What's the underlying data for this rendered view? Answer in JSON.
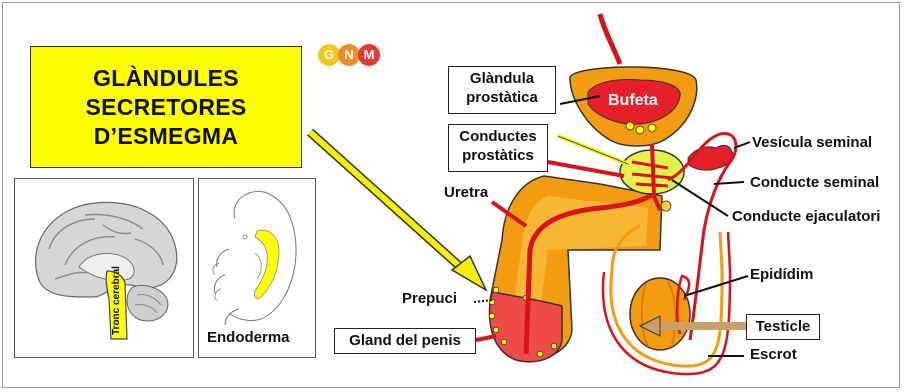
{
  "title": {
    "line1": "GLÀNDULES",
    "line2": "SECRETORES",
    "line3": "D’ESMEGMA"
  },
  "logo": {
    "letters": [
      "G",
      "N",
      "M"
    ],
    "colors": [
      "#f5c518",
      "#f28c28",
      "#e53935"
    ]
  },
  "brain_panel": {
    "label": "Tronc cerebral"
  },
  "embryo_panel": {
    "caption": "Endoderma"
  },
  "labels": {
    "bladder": "Bufeta",
    "prostate_gland": "Glàndula prostàtica",
    "prostate_ducts": "Conductes prostàtics",
    "urethra": "Uretra",
    "seminal_vesicle": "Vesícula seminal",
    "seminal_duct": "Conducte seminal",
    "ejaculatory_duct": "Conducte ejaculatori",
    "epididymis": "Epidídim",
    "testicle": "Testicle",
    "scrotum": "Escrot",
    "foreskin": "Prepuci",
    "glans": "Gland del penis"
  },
  "colors": {
    "highlight": "#ffff00",
    "organ_orange": "#f39c12",
    "organ_red": "#e5202a",
    "duct_red": "#d7141c",
    "arrow_yellow": "#f5f000"
  }
}
